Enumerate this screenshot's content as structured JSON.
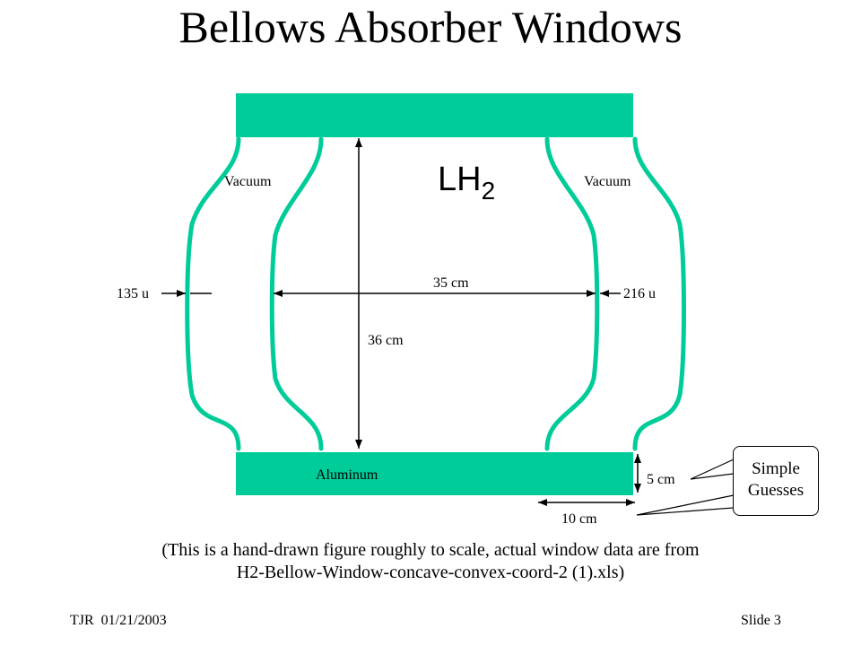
{
  "slide": {
    "title": "Bellows Absorber Windows",
    "footer_left": "TJR  01/21/2003",
    "footer_right": "Slide 3"
  },
  "diagram": {
    "center_label_main": "LH",
    "center_label_sub": "2",
    "vacuum_left": "Vacuum",
    "vacuum_right": "Vacuum",
    "aluminum": "Aluminum",
    "dim_left_thickness": "135 u",
    "dim_right_thickness": "216 u",
    "dim_width": "35 cm",
    "dim_height": "36 cm",
    "dim_flange_height": "5 cm",
    "dim_flange_offset": "10 cm",
    "callout_line1": "Simple",
    "callout_line2": "Guesses",
    "colors": {
      "aluminum": "#00CC99",
      "window": "#00CC99",
      "line": "#000000"
    }
  },
  "caption": {
    "line1": "(This is a hand-drawn figure roughly to scale, actual window data are from",
    "line2": "H2-Bellow-Window-concave-convex-coord-2 (1).xls)"
  }
}
